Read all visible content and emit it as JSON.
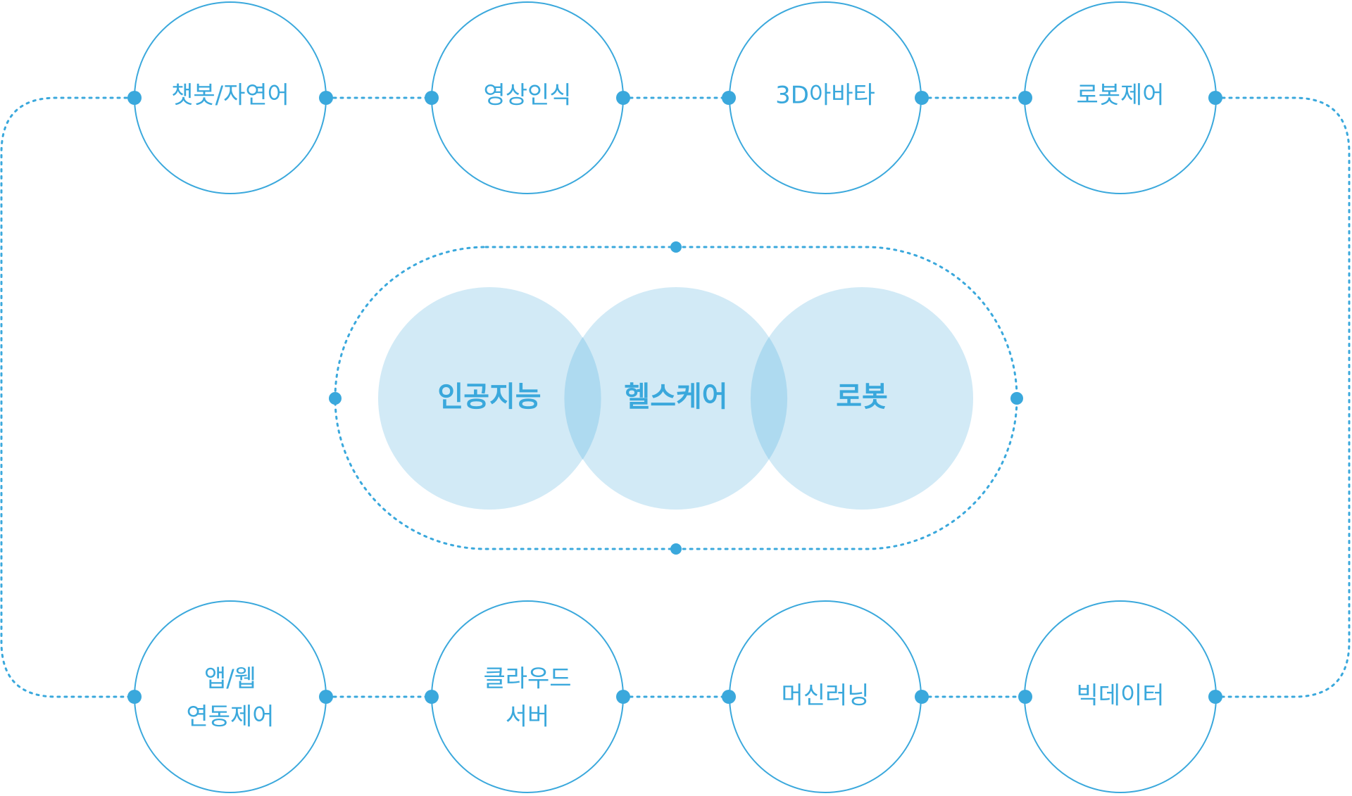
{
  "colors": {
    "primary": "#3aa8dc",
    "venn_fill": "#d2eaf6",
    "venn_overlap": "#aedaf0",
    "background": "#ffffff"
  },
  "top_nodes": [
    {
      "label": "챗봇/자연어"
    },
    {
      "label": "영상인식"
    },
    {
      "label": "3D아바타"
    },
    {
      "label": "로봇제어"
    }
  ],
  "bottom_nodes": [
    {
      "label_line1": "앱/웹",
      "label_line2": "연동제어"
    },
    {
      "label_line1": "클라우드",
      "label_line2": "서버"
    },
    {
      "label_line1": "머신러닝",
      "label_line2": ""
    },
    {
      "label_line1": "빅데이터",
      "label_line2": ""
    }
  ],
  "venn": {
    "left": "인공지능",
    "center": "헬스케어",
    "right": "로봇"
  }
}
